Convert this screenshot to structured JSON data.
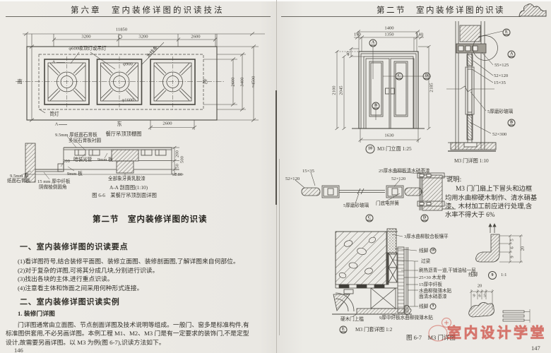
{
  "ink": "#44423c",
  "accent_red": "#cf4a3f",
  "left": {
    "header": "第六章　室内装修详图的识读技法",
    "page_no": "146",
    "plan": {
      "dim_total": "11850",
      "dim_1": "3200",
      "dim_2": "3200",
      "dim_3": "2600",
      "axis_zero": "0",
      "lamp": "φ600吸顶灯或吊灯",
      "trim": "木线条",
      "phi900": "φ900",
      "phi1600": "φ1600",
      "downlight": "筒灯",
      "south": "南",
      "north": "北",
      "east": "东",
      "a_mark": "A",
      "dim_r1": "2600",
      "dim_r2": "3400",
      "dim_r3": "≈4500",
      "dim_b": "2600",
      "caption": "餐厅吊顶顶棚图"
    },
    "sect": {
      "gypsum_top": "9.5mm 厚纸面石膏板",
      "multi_board": "多层石膏板衬圆",
      "hidden_light": "暗装光管",
      "board9a": "9mm 板",
      "board9b": "9mm 板",
      "dim200s": "200",
      "gypsum_left1": "9.5mm 厚",
      "gypsum_left2": "纸面石膏板",
      "mdf1": "15 mm 厚中纤板",
      "mdf2": "阴做棱倒圆角",
      "paint": "全部象牙黄乳胶漆",
      "dim_200": "200",
      "dim_500": "500",
      "dim_150": "150",
      "level": "+2.80",
      "caption1": "A-A 剖面图(1:10)",
      "caption2": "图 6-6　某餐厅吊顶剖面详图"
    },
    "heading": "第二节　室内装修详图的识读",
    "sec1_title": "一、室内装修详图的识读要点",
    "items": [
      "(1)看详图符号,结合装修平面图、装修立面图、装修剖面图,了解详图来自何部位。",
      "(2)对于复杂的详图,可将其分成几块,分别进行识读。",
      "(3)找出各块的主体,进行重点识读。",
      "(4)注意看主体和饰面之间采用何种形式连接。"
    ],
    "sec2_title": "二、室内装修详图识读实例",
    "sub_title": "1. 装修门详图",
    "para": [
      "门详图通常由立面图、节点剖面详图及技术说明等组成。一般门、窗多是标准构件,有",
      "标准图供套用,不必另画详图。本例工程 M1、M2、M3 门是有一定要求的装饰门,不是定型",
      "设计,故需要另画详图。以 M3 为例(图 6-7),识读方法如下。"
    ]
  },
  "right": {
    "header": "第二节　室内装修详图的识读",
    "page_no": "147",
    "elev": {
      "dim_1400": "1400",
      "dim_140l": "140",
      "dim_1350": "1350",
      "dim_140r": "140",
      "dim_40": "40",
      "dim_2100": "2100",
      "dim_2045": "2045",
      "dim_2185": "2185",
      "dim_1630": "1630",
      "mk_a": "A",
      "mk_b": "B",
      "mk_c": "C",
      "mk_d": "D",
      "cap_no": "10",
      "caption": "M3 门立面 1:25"
    },
    "vsect": {
      "mk_e": "E",
      "mk_a": "A",
      "mk_b": "B",
      "dim_55": "55×125",
      "dim_52a": "52×120",
      "dim_15": "15×35",
      "glass": "5厚磨砂玻璃",
      "dim_52b": "52×300",
      "caption": "M3 门详图 1:10"
    },
    "hsect": {
      "dim_15": "15×35",
      "dim_52l": "52×120",
      "dim_52r": "52×120",
      "ash": "25厚水曲柳板清水硝基漆",
      "glass": "5厚磨砂玻璃",
      "spring": "门底电拌簧",
      "mk_c": "C",
      "mk_d": "D"
    },
    "notes": {
      "title": "说明:",
      "l1": "M3 门门扇上下冒头和边框",
      "l2": "均用水曲柳硬木制作、清水硝基",
      "l3": "漆、木材加工前应进行处理,含",
      "l4": "水率不得大于 6%"
    },
    "corner": {
      "ply": "3厚水曲柳胶合板镶平",
      "xj_text": "线脚",
      "xj10_num": "10",
      "beam": "过梁",
      "asphalt": "刷热沥青一道,干铺油毡一层",
      "joist": "25×30 木龙骨",
      "mdf": "15厚中纤板",
      "veneer1": "水曲柳微薄木贴",
      "veneer2": "面清水硝基漆",
      "xj9_num": "9",
      "sill": "硬木门上槛",
      "board9": "9厚中纤板水曲柳微薄木贴",
      "mk_e": "E",
      "caption": "M3 门套详图 1:2"
    },
    "mould": {
      "xj_text": "线脚",
      "num": "9",
      "scale": "1:1",
      "d20": "20",
      "d9": "9",
      "d6": "6",
      "d5": "5",
      "d20b": "20",
      "d9b": "9",
      "d6b": "6",
      "d5b": "5"
    },
    "fig_caption": "图 6-7　M3 门详图",
    "watermark": "室内设计学堂"
  }
}
